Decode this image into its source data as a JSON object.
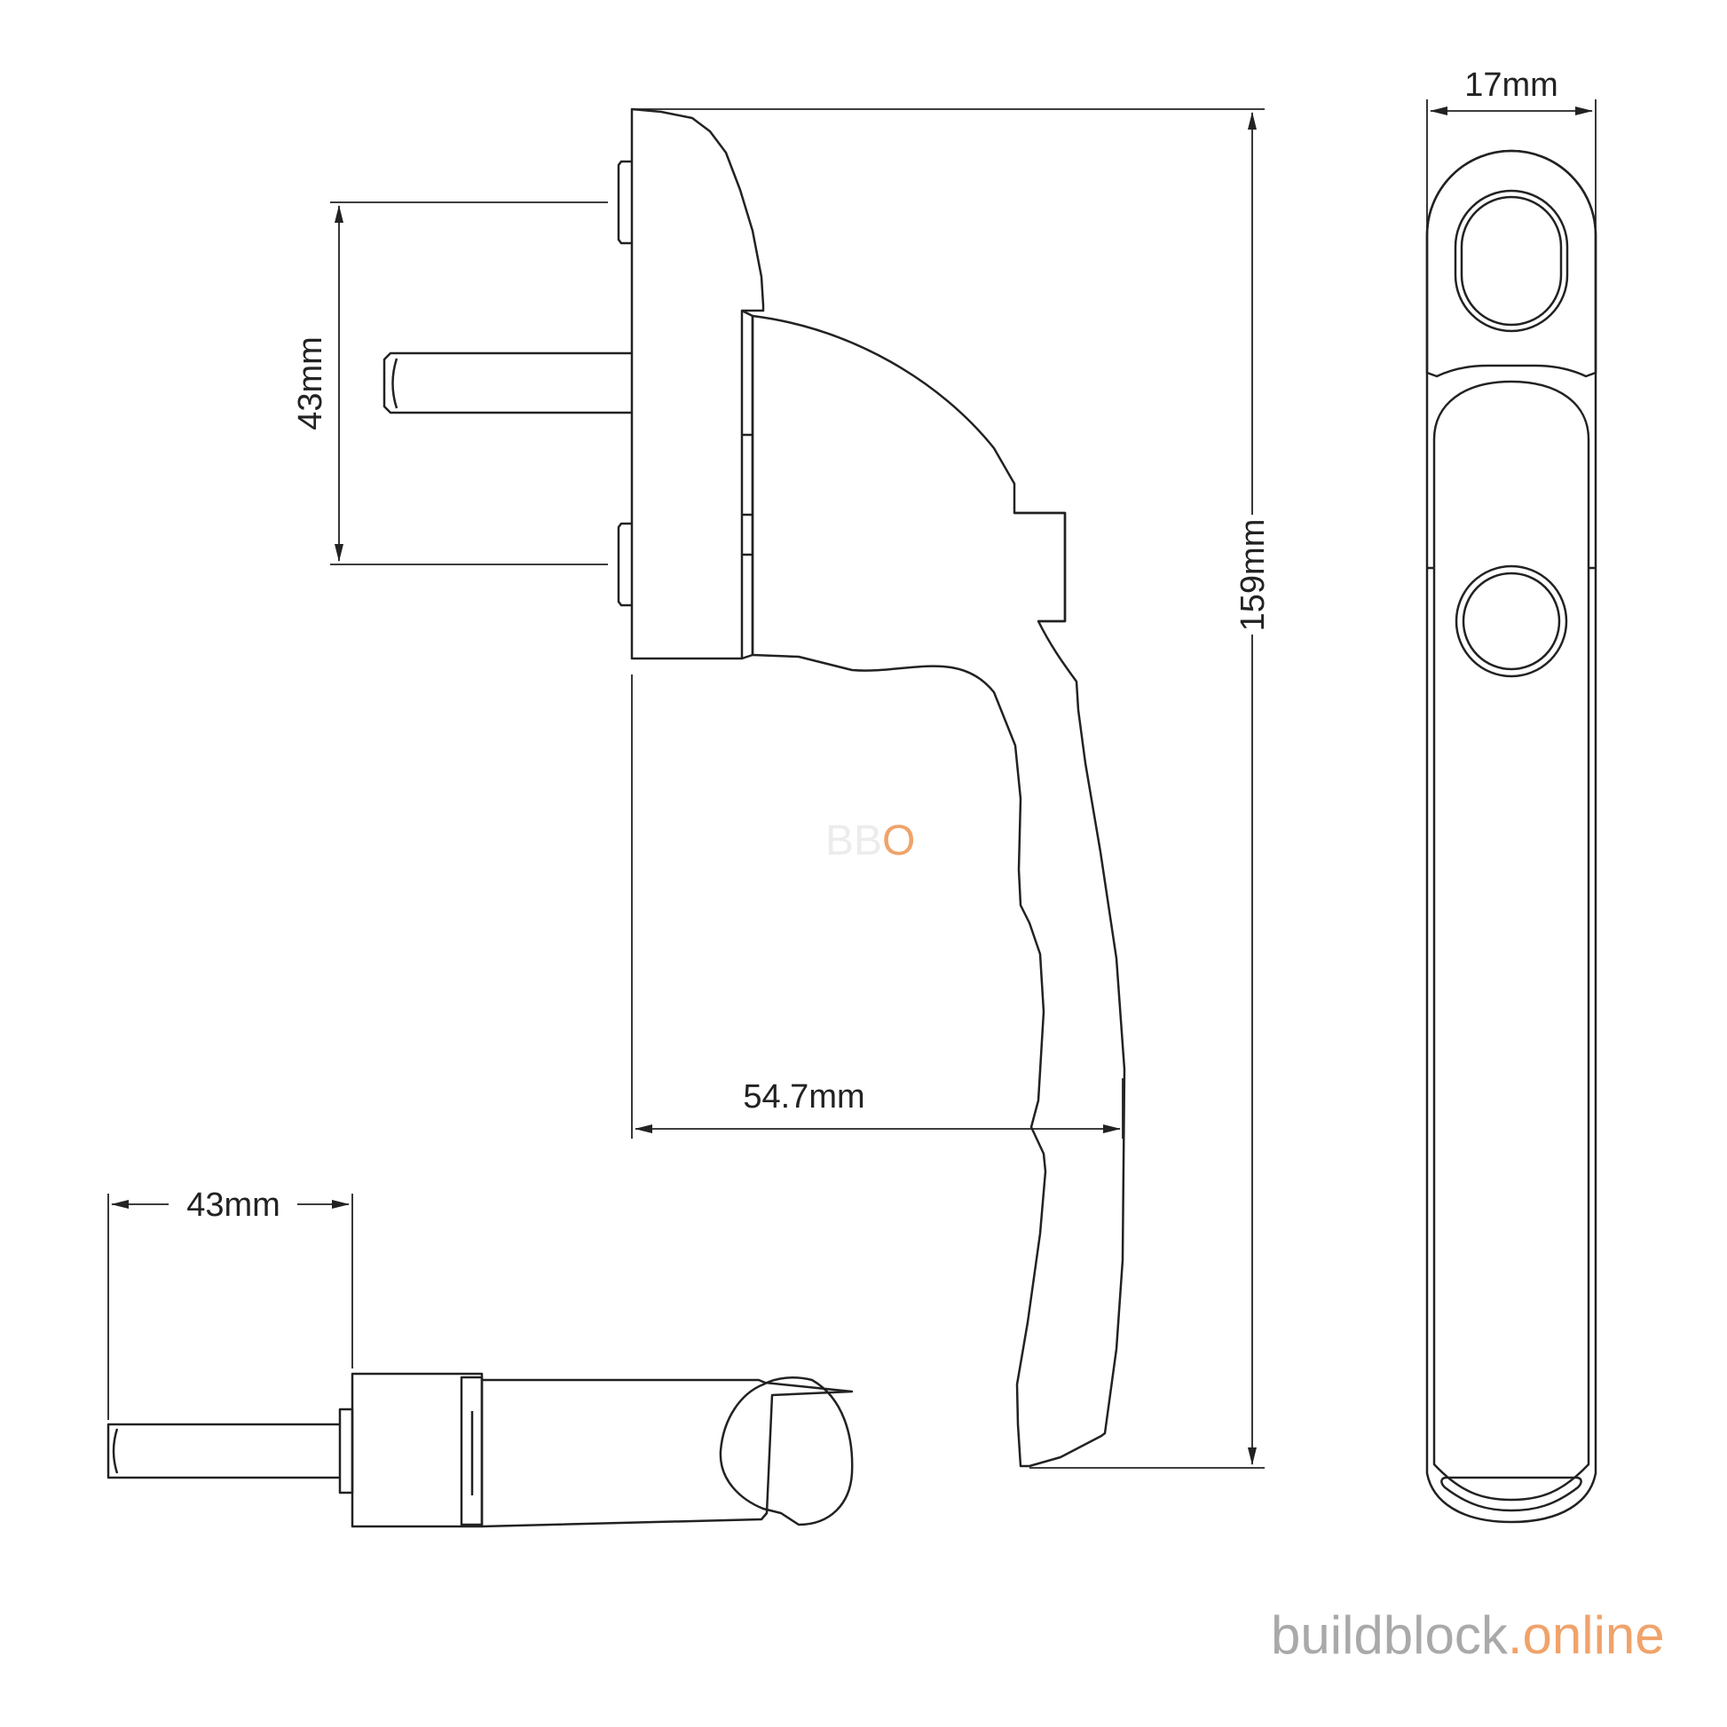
{
  "dimensions": {
    "spindle_spacing_side": "43mm",
    "overall_height": "159mm",
    "projection": "54.7mm",
    "spindle_length": "43mm",
    "width": "17mm"
  },
  "watermark": {
    "part1": "BB",
    "part2": "O"
  },
  "brand": {
    "name": "buildblock",
    "suffix": ".online"
  },
  "colors": {
    "line": "#222222",
    "brand_grey": "#a9a9a9",
    "brand_orange": "#f0a36a"
  }
}
